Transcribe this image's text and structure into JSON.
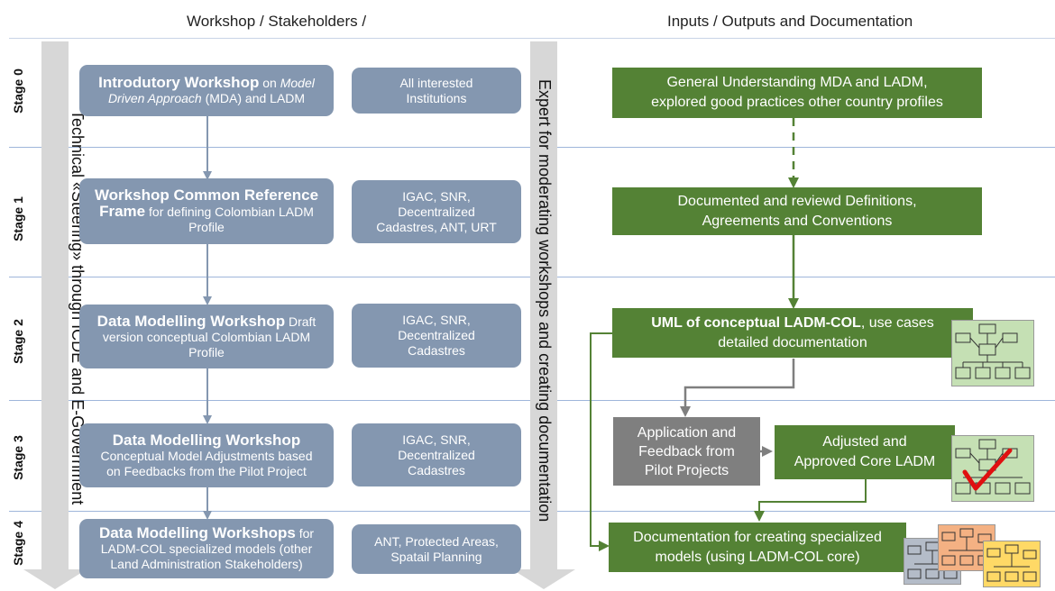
{
  "headers": {
    "left": "Workshop / Stakeholders /",
    "right": "Inputs / Outputs and Documentation"
  },
  "stages": [
    "Stage 0",
    "Stage 1",
    "Stage 2",
    "Stage 3",
    "Stage 4"
  ],
  "side_arrows": {
    "left": "Technical «Steering» through ICDE and E-Government",
    "middle": "Expert for moderating workshops and creating documentation"
  },
  "workshops": [
    {
      "lines": [
        [
          "Introdutory Workshop",
          "big",
          " on ",
          "",
          "Model",
          "it"
        ],
        [
          "Driven Approach",
          "it",
          " (MDA) and LADM",
          ""
        ]
      ]
    },
    {
      "lines": [
        [
          "Workshop Common Reference",
          "big"
        ],
        [
          "Frame",
          "big",
          " for defining Colombian LADM",
          ""
        ],
        [
          "Profile",
          ""
        ]
      ]
    },
    {
      "lines": [
        [
          "Data Modelling Workshop",
          "big",
          " Draft",
          ""
        ],
        [
          "version conceptual Colombian LADM",
          ""
        ],
        [
          "Profile",
          ""
        ]
      ]
    },
    {
      "lines": [
        [
          "Data Modelling Workshop",
          "big"
        ],
        [
          "Conceptual Model Adjustments based",
          ""
        ],
        [
          "on Feedbacks from the Pilot Project",
          ""
        ]
      ]
    },
    {
      "lines": [
        [
          "Data Modelling Workshops",
          "big",
          " for",
          ""
        ],
        [
          "LADM-COL specialized models (other",
          ""
        ],
        [
          "Land Administration Stakeholders)",
          ""
        ]
      ]
    }
  ],
  "stakeholders": [
    {
      "lines": [
        "All interested",
        "Institutions"
      ]
    },
    {
      "lines": [
        "IGAC, SNR,",
        "Decentralized",
        "Cadastres, ANT, URT"
      ]
    },
    {
      "lines": [
        "IGAC, SNR,",
        "Decentralized",
        "Cadastres"
      ]
    },
    {
      "lines": [
        "IGAC, SNR,",
        "Decentralized",
        "Cadastres"
      ]
    },
    {
      "lines": [
        "ANT, Protected Areas,",
        "Spatail Planning"
      ]
    }
  ],
  "outputs": {
    "stage0": [
      "General Understanding MDA and LADM,",
      "explored good practices other country profiles"
    ],
    "stage1": [
      "Documented and reviewd Definitions,",
      "Agreements and Conventions"
    ],
    "stage2_bold": "UML of conceptual LADM-COL",
    "stage2_rest": ", use cases",
    "stage2_line2": "detailed documentation",
    "stage3_grey": [
      "Application and",
      "Feedback from",
      "Pilot Projects"
    ],
    "stage3_green": [
      "Adjusted and",
      "Approved Core LADM"
    ],
    "stage4": [
      "Documentation for creating specialized",
      "models (using LADM-COL core)"
    ]
  },
  "colors": {
    "workshop_box": "#8497b0",
    "output_box": "#548235",
    "feedback_box": "#7f7f7f",
    "stage_separator": "#9fb6da",
    "side_arrow": "#d7d7d7"
  }
}
